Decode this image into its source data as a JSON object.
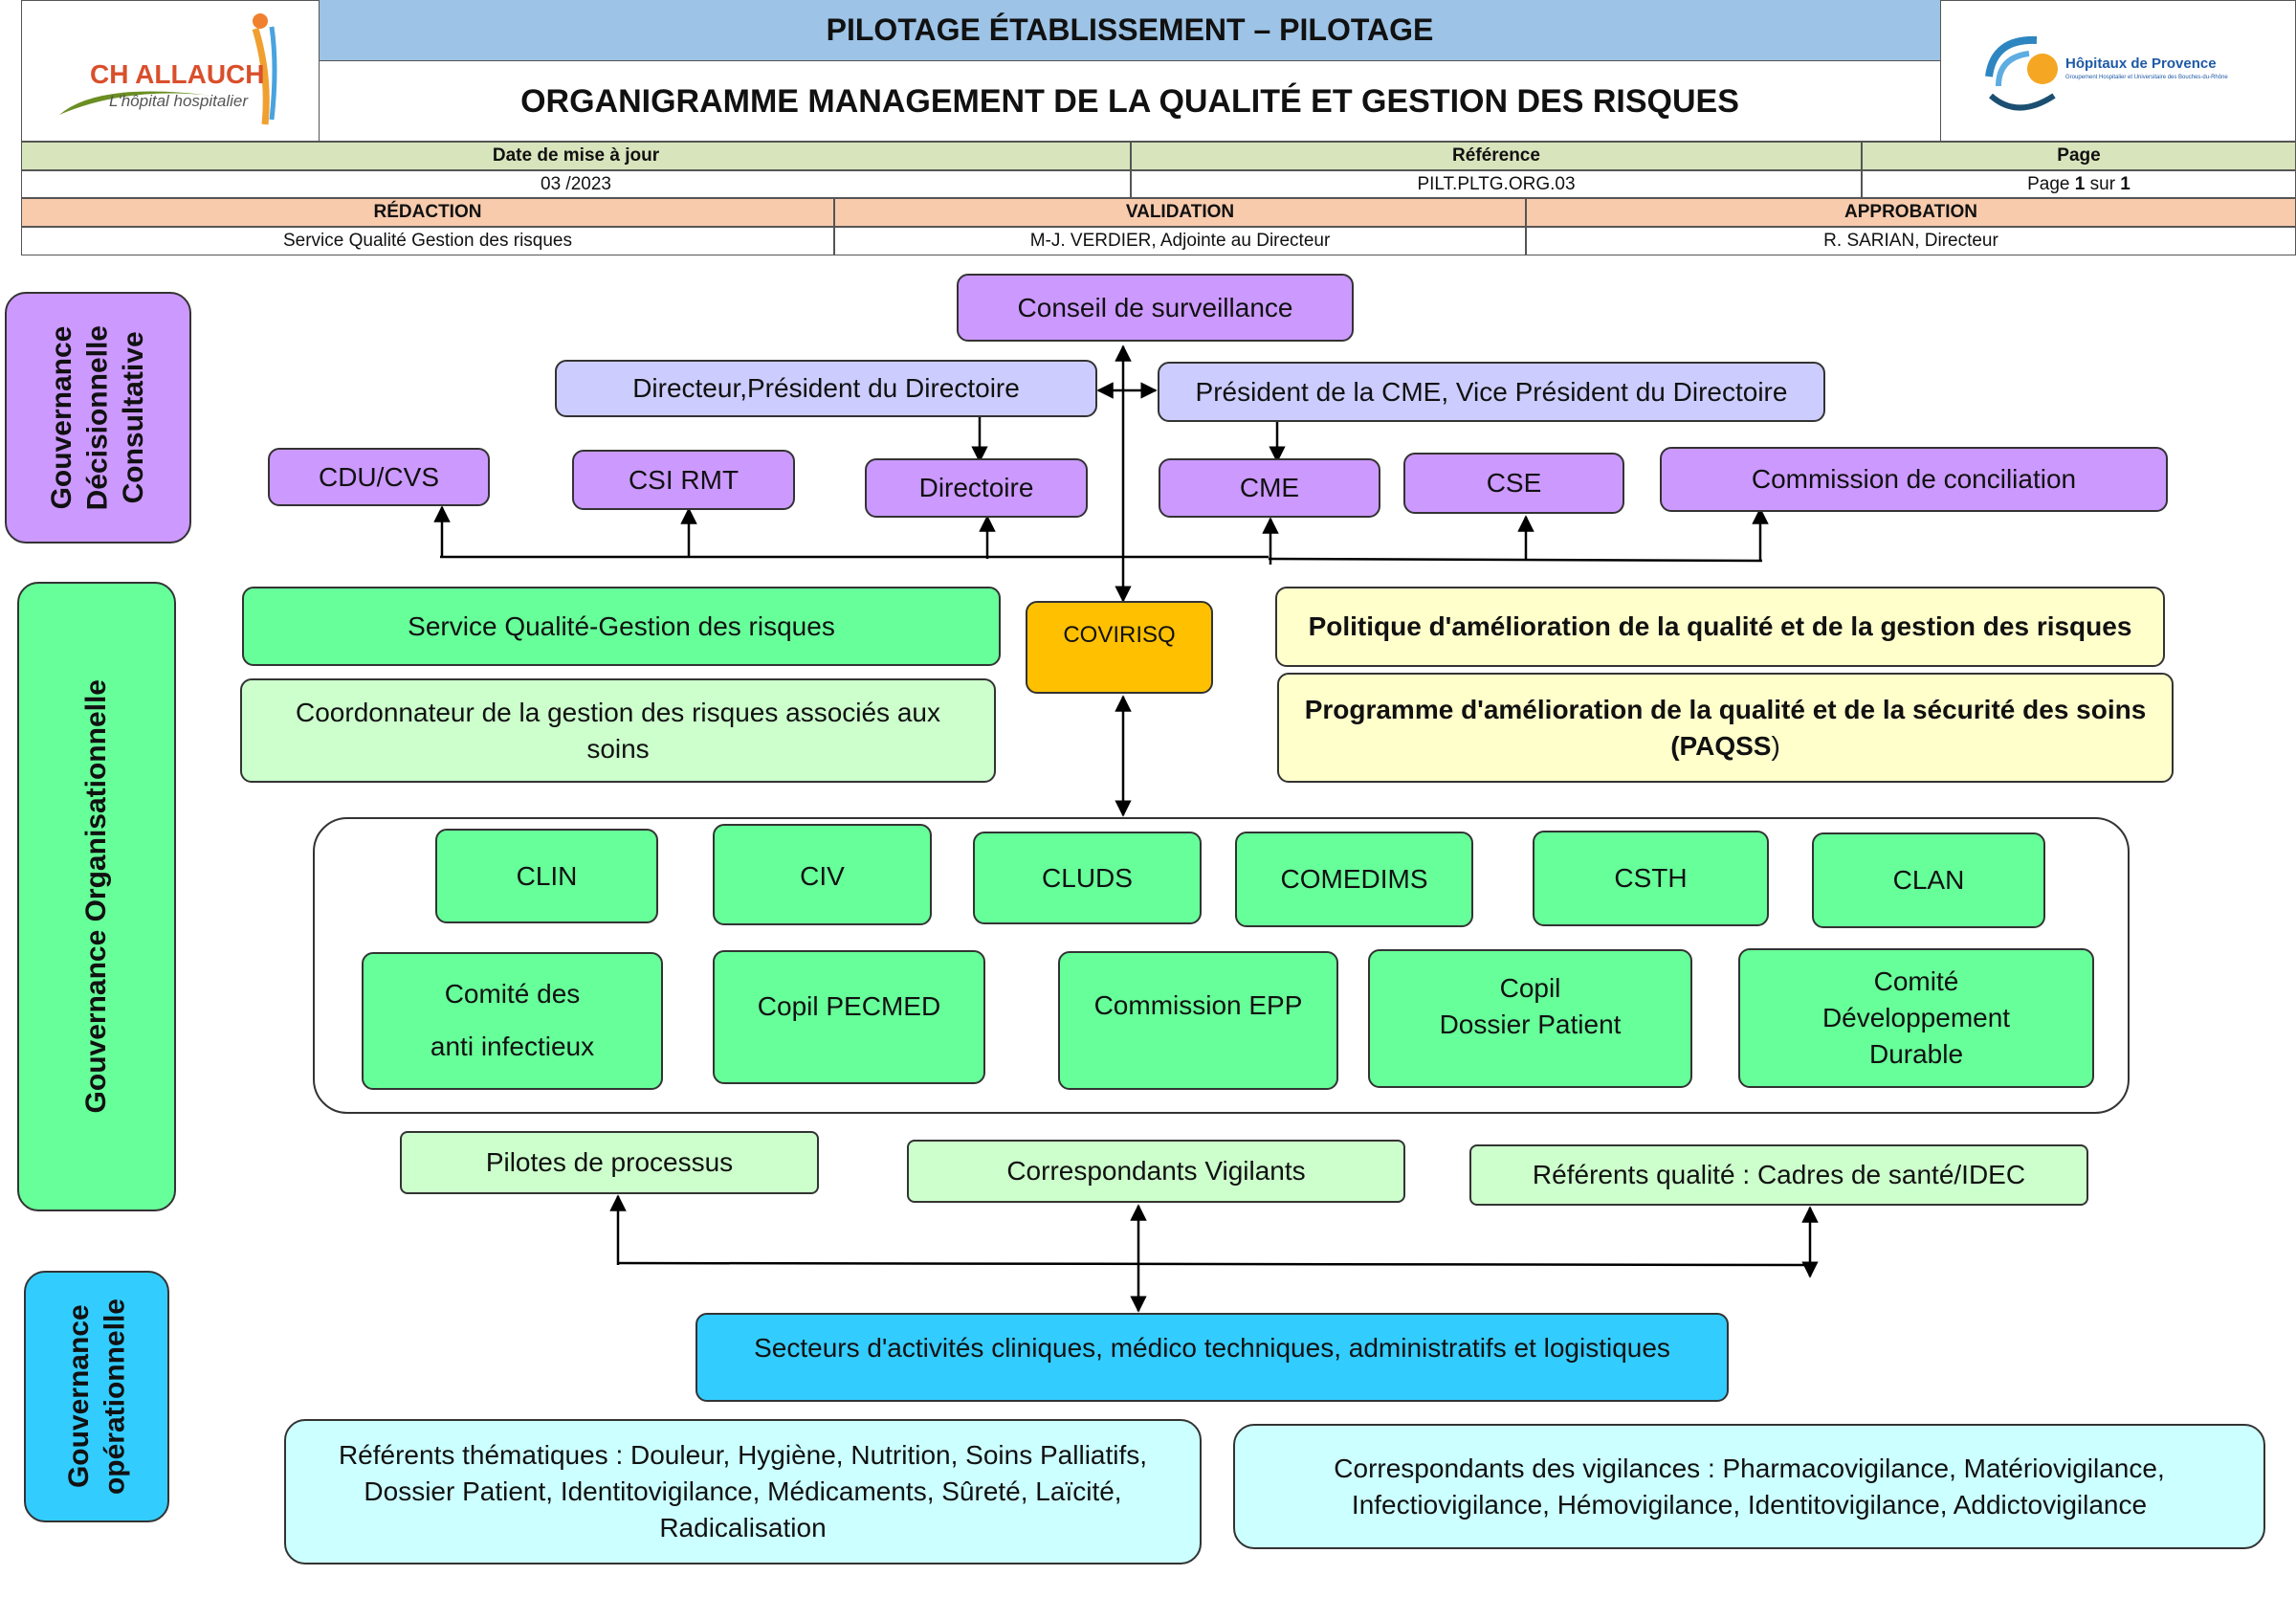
{
  "header": {
    "logo_left": {
      "name": "CH ALLAUCH",
      "tagline": "L'hôpital hospitalier"
    },
    "logo_right": {
      "name": "Hôpitaux de Provence",
      "tagline": "Groupement Hospitalier et Universitaire des Bouches-du-Rhône"
    },
    "banner": "PILOTAGE ÉTABLISSEMENT – PILOTAGE",
    "title": "ORGANIGRAMME MANAGEMENT DE LA QUALITÉ ET GESTION DES RISQUES",
    "row1_labels": {
      "date": "Date de mise à jour",
      "reference": "Référence",
      "page": "Page"
    },
    "row1_values": {
      "date": "03 /2023",
      "reference": "PILT.PLTG.ORG.03",
      "page_prefix": "Page ",
      "page_num": "1",
      "page_mid": " sur ",
      "page_total": "1"
    },
    "row2_labels": {
      "redaction": "RÉDACTION",
      "validation": "VALIDATION",
      "approbation": "APPROBATION"
    },
    "row2_values": {
      "redaction": "Service Qualité Gestion des risques",
      "validation": "M-J. VERDIER, Adjointe au Directeur",
      "approbation": "R. SARIAN, Directeur"
    }
  },
  "sides": {
    "decisionnelle": [
      "Gouvernance",
      "Décisionnelle",
      "Consultative"
    ],
    "organisationnelle": "Gouvernance Organisationnelle",
    "operationnelle": [
      "Gouvernance",
      "opérationnelle"
    ]
  },
  "boxes": {
    "conseil": "Conseil de surveillance",
    "directeur": "Directeur,Président du Directoire",
    "president_cme": "Président de la CME, Vice Président du Directoire",
    "cdu": "CDU/CVS",
    "csi": "CSI RMT",
    "directoire": "Directoire",
    "cme": "CME",
    "cse": "CSE",
    "conciliation": "Commission de conciliation",
    "service_qualite": "Service Qualité-Gestion des risques",
    "coordonnateur": "Coordonnateur de la gestion des risques associés aux soins",
    "covirisq": "COVIRISQ",
    "politique": "Politique d'amélioration de la qualité et de la gestion des risques",
    "programme_line1": "Programme d'amélioration de la qualité et de la sécurité des soins",
    "programme_line2_bold": "(PAQSS",
    "programme_line2_rest": ")",
    "clin": "CLIN",
    "civ": "CIV",
    "cluds": "CLUDS",
    "comedims": "COMEDIMS",
    "csth": "CSTH",
    "clan": "CLAN",
    "comite_anti": [
      "Comité des",
      "anti infectieux"
    ],
    "copil_pecmed": "Copil PECMED",
    "commission_epp": "Commission EPP",
    "copil_dossier": [
      "Copil",
      "Dossier Patient"
    ],
    "comite_dd": [
      "Comité",
      "Développement",
      "Durable"
    ],
    "pilotes": "Pilotes de processus",
    "correspondants_vigilants": "Correspondants Vigilants",
    "referents_qualite": "Référents qualité : Cadres de santé/IDEC",
    "secteurs": "Secteurs d'activités cliniques, médico techniques, administratifs et logistiques",
    "referents_thematiques": "Référents thématiques : Douleur, Hygiène, Nutrition, Soins Palliatifs, Dossier Patient, Identitovigilance, Médicaments, Sûreté, Laïcité, Radicalisation",
    "correspondants_vigilances": "Correspondants des vigilances : Pharmacovigilance, Matériovigilance, Infectiovigilance, Hémovigilance, Identitovigilance, Addictovigilance"
  },
  "colors": {
    "banner": "#9dc3e6",
    "row1": "#d8e4bc",
    "row2": "#f8cbad",
    "purple": "#cc99ff",
    "lavender": "#ccccff",
    "green": "#66ff99",
    "lightgreen": "#ccffcc",
    "yellow": "#ffffcc",
    "orange": "#ffc000",
    "cyan": "#33ccff",
    "lightcyan": "#ccffff"
  }
}
